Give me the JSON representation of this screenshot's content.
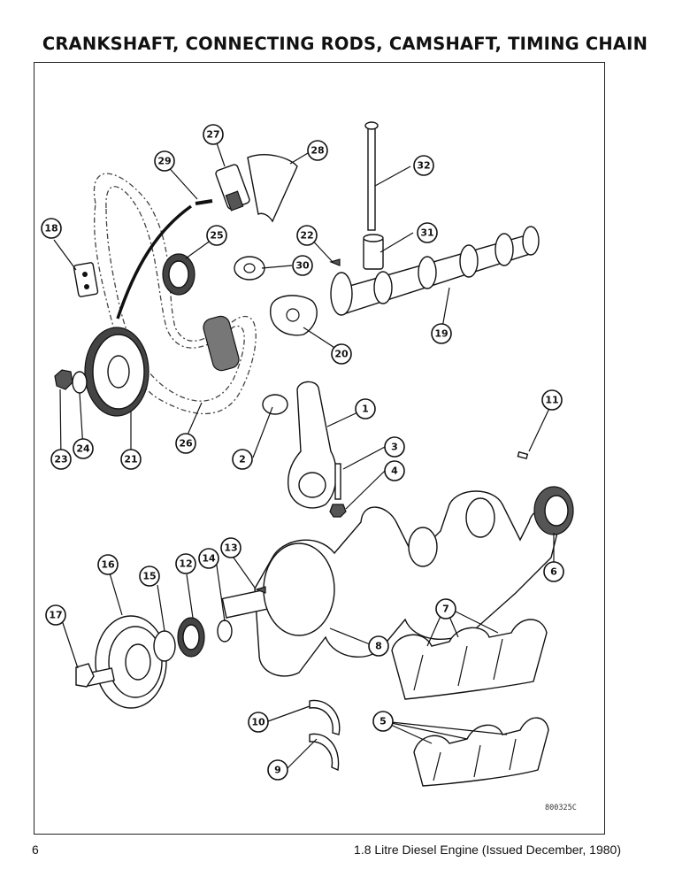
{
  "title": "CRANKSHAFT, CONNECTING RODS, CAMSHAFT, TIMING CHAIN",
  "figure_code": "800325C",
  "page_number": "6",
  "footer": "1.8 Litre Diesel Engine (Issued December, 1980)",
  "callouts": {
    "c1": "1",
    "c2": "2",
    "c3": "3",
    "c4": "4",
    "c5": "5",
    "c6": "6",
    "c7": "7",
    "c8": "8",
    "c9": "9",
    "c10": "10",
    "c11": "11",
    "c12": "12",
    "c13": "13",
    "c14": "14",
    "c15": "15",
    "c16": "16",
    "c17": "17",
    "c18": "18",
    "c19": "19",
    "c20": "20",
    "c21": "21",
    "c22": "22",
    "c23": "23",
    "c24": "24",
    "c25": "25",
    "c26": "26",
    "c27": "27",
    "c28": "28",
    "c29": "29",
    "c30": "30",
    "c31": "31",
    "c32": "32"
  }
}
